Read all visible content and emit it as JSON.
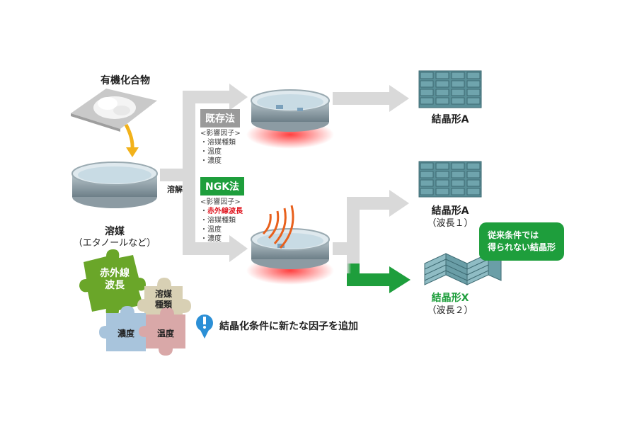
{
  "organic_compound": "有機化合物",
  "solvent": {
    "label": "溶媒",
    "example": "（エタノールなど）"
  },
  "dissolve": "溶解",
  "existing_method": {
    "tag": "既存法",
    "factors_title": "<影響因子>",
    "factors": [
      "・溶媒種類",
      "・温度",
      "・濃度"
    ]
  },
  "ngk_method": {
    "tag": "NGK法",
    "factors_title": "<影響因子>",
    "highlight_factor": "赤外線波長",
    "factors": [
      "・溶媒種類",
      "・温度",
      "・濃度"
    ]
  },
  "results": {
    "a_top": "結晶形A",
    "a_mid": "結晶形A",
    "a_mid_sub": "（波長１）",
    "x": "結晶形X",
    "x_sub": "（波長２）"
  },
  "callout": [
    "従来条件では",
    "得られない結晶形"
  ],
  "puzzles": {
    "infrared": [
      "赤外線",
      "波長"
    ],
    "solvent_type": [
      "溶媒",
      "種類"
    ],
    "concentration": "濃度",
    "temperature": "温度"
  },
  "note": "結晶化条件に新たな因子を追加",
  "colors": {
    "green": "#1e9e3c",
    "red": "#e0141e",
    "gray_arrow": "#d9d9d9",
    "tag_gray": "#9a9a9a"
  }
}
